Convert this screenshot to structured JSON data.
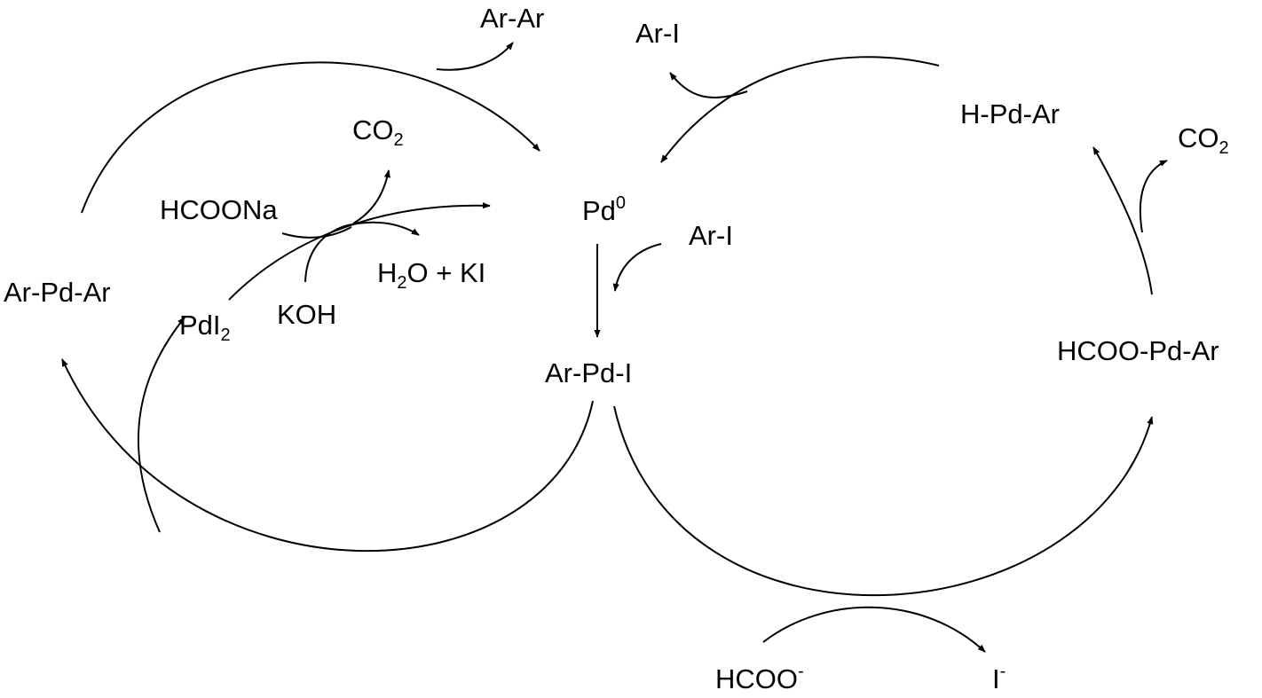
{
  "labels": {
    "pd0": {
      "main": "Pd",
      "sup": "0"
    },
    "arpdi": {
      "main": "Ar-Pd-I"
    },
    "ari_in": {
      "main": "Ar-I"
    },
    "ari_out": {
      "main": "Ar-I"
    },
    "arar": {
      "main": "Ar-Ar"
    },
    "arpdar": {
      "main": "Ar-Pd-Ar"
    },
    "pdi2": {
      "main": "PdI",
      "sub": "2"
    },
    "hcoona": {
      "main": "HCOONa"
    },
    "koh": {
      "main": "KOH"
    },
    "co2_left": {
      "main": "CO",
      "sub": "2"
    },
    "h2o_ki": {
      "pre": "H",
      "sub": "2",
      "post": "O + KI"
    },
    "hpdar": {
      "main": "H-Pd-Ar"
    },
    "co2_right": {
      "main": "CO",
      "sub": "2"
    },
    "hcoopdar": {
      "main": "HCOO-Pd-Ar"
    },
    "hcoo_minus": {
      "main": "HCOO",
      "sup": "-"
    },
    "i_minus": {
      "main": "I",
      "sup": "-"
    }
  }
}
